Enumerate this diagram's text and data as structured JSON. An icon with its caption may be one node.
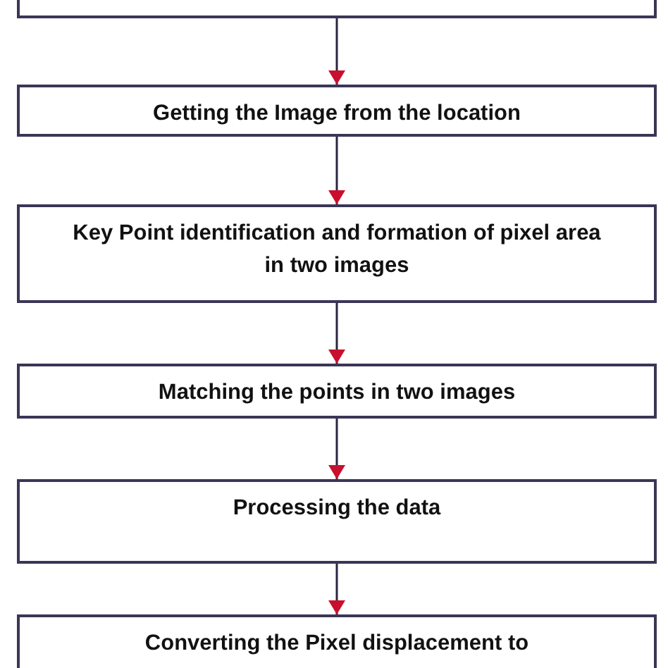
{
  "diagram": {
    "nodes": [
      {
        "text": [],
        "shape": "box"
      },
      {
        "text": [
          "Getting the Image from the location"
        ]
      },
      {
        "text": [
          "Key Point identification and formation of pixel area in two images"
        ]
      },
      {
        "text": [
          "Matching the points in two images"
        ]
      },
      {
        "text": [
          "Processing the data"
        ]
      },
      {
        "text": [
          "Converting the Pixel displacement to"
        ]
      }
    ],
    "edges": [
      {
        "from": 0,
        "to": 1,
        "arrow": "to"
      },
      {
        "from": 1,
        "to": 2,
        "arrow": "to"
      },
      {
        "from": 2,
        "to": 3,
        "arrow": "to"
      },
      {
        "from": 3,
        "to": 4,
        "arrow": "to"
      },
      {
        "from": 4,
        "to": 5,
        "arrow": "to"
      }
    ]
  }
}
